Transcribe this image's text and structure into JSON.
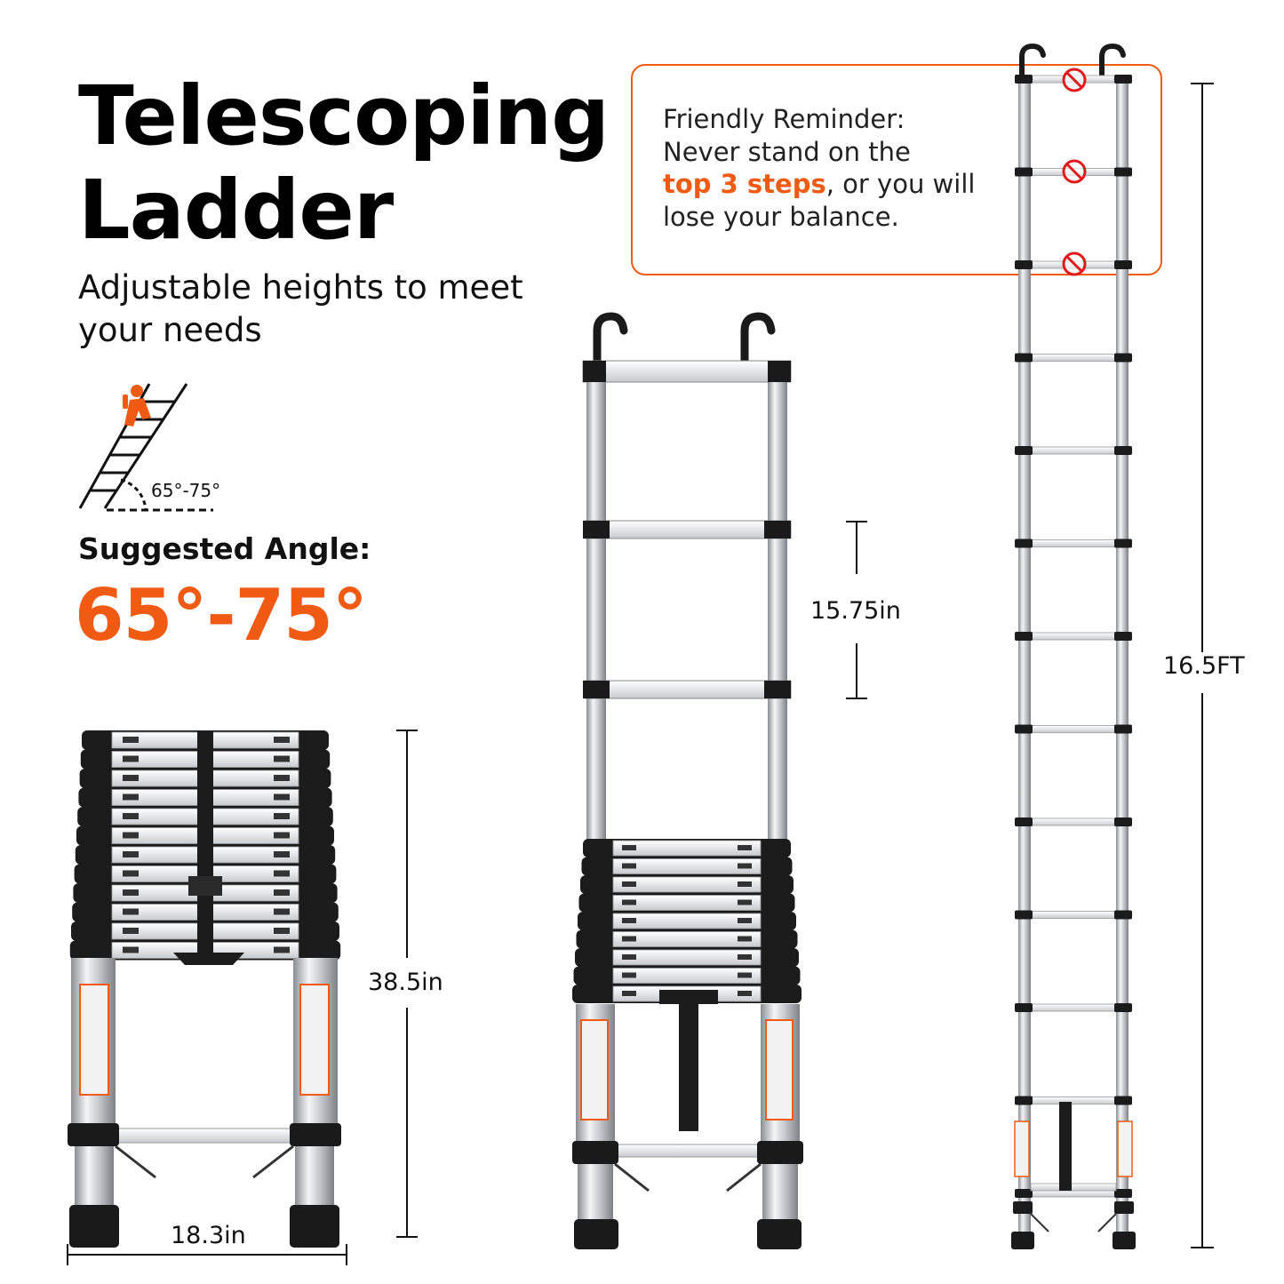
{
  "title_line1": "Telescoping",
  "title_line2": "Ladder",
  "subtitle": "Adjustable heights to meet your needs",
  "icon_angle_label": "65°-75°",
  "suggested_angle_label": "Suggested Angle:",
  "suggested_angle_value": "65°-75°",
  "reminder": {
    "line1": "Friendly Reminder:",
    "line2": "Never stand on the",
    "highlight": "top 3 steps",
    "line3_rest": ", or you will",
    "line4": "lose your balance."
  },
  "dimensions": {
    "folded_height": "38.5in",
    "folded_width": "18.3in",
    "step_spacing": "15.75in",
    "full_height": "16.5FT"
  },
  "colors": {
    "accent": "#f05a12",
    "text": "#111111"
  }
}
